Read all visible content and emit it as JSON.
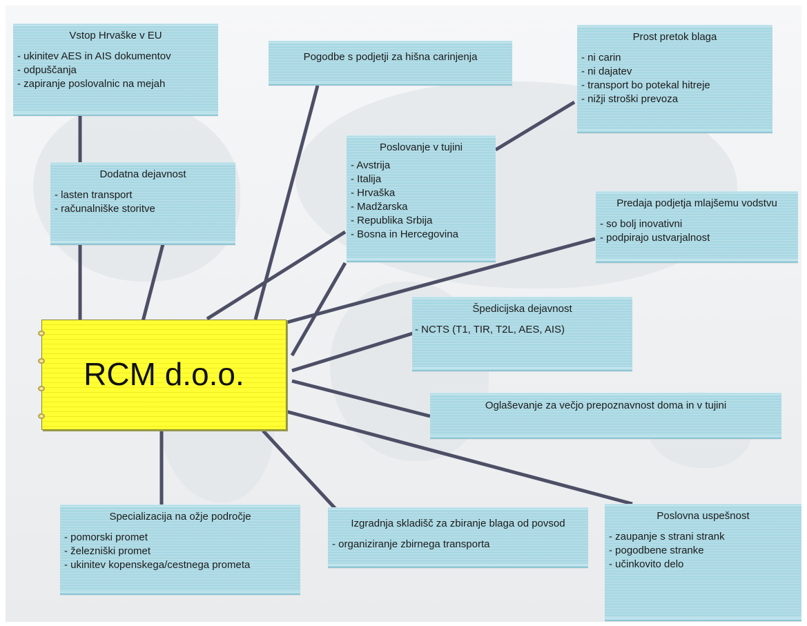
{
  "center": {
    "label": "RCM d.o.o."
  },
  "nodes": [
    {
      "id": "vstop",
      "title": "Vstop Hrvaške v EU",
      "items": [
        "- ukinitev AES in  AIS dokumentov",
        "- odpuščanja",
        "- zapiranje poslovalnic na mejah"
      ]
    },
    {
      "id": "pogodbe",
      "title": "Pogodbe s podjetji za hišna carinjenja",
      "items": []
    },
    {
      "id": "prost",
      "title": "Prost pretok blaga",
      "items": [
        "- ni carin",
        "- ni dajatev",
        "- transport bo potekal hitreje",
        "- nižji stroški prevoza"
      ]
    },
    {
      "id": "poslovanje",
      "title": "Poslovanje v tujini",
      "items": [
        "- Avstrija",
        "- Italija",
        "- Hrvaška",
        "- Madžarska",
        "- Republika Srbija",
        "- Bosna in  Hercegovina"
      ]
    },
    {
      "id": "dodatna",
      "title": "Dodatna dejavnost",
      "items": [
        "- lasten transport",
        "- računalniške storitve"
      ]
    },
    {
      "id": "predaja",
      "title": "Predaja podjetja mlajšemu vodstvu",
      "items": [
        "- so bolj inovativni",
        "- podpirajo ustvarjalnost"
      ]
    },
    {
      "id": "spedicija",
      "title": "Špedicijska dejavnost",
      "items": [
        "- NCTS (T1, TIR, T2L, AES, AIS)"
      ]
    },
    {
      "id": "oglasevanje",
      "title": "Oglaševanje za večjo prepoznavnost doma in v tujini",
      "items": []
    },
    {
      "id": "specializacija",
      "title": "Specializacija na ožje področje",
      "items": [
        "- pomorski promet",
        "- železniški promet",
        "- ukinitev kopenskega/cestnega prometa"
      ]
    },
    {
      "id": "izgradnja",
      "title": "Izgradnja skladišč za zbiranje blaga od povsod",
      "items": [
        "- organiziranje zbirnega transporta"
      ]
    },
    {
      "id": "uspesnost",
      "title": "Poslovna uspešnost",
      "items": [
        "- zaupanje s strani strank",
        "- pogodbene stranke",
        "- učinkovito delo"
      ]
    }
  ],
  "colors": {
    "box": "#a9d8e3",
    "center": "#ffff33",
    "link": "#4d4f66"
  }
}
